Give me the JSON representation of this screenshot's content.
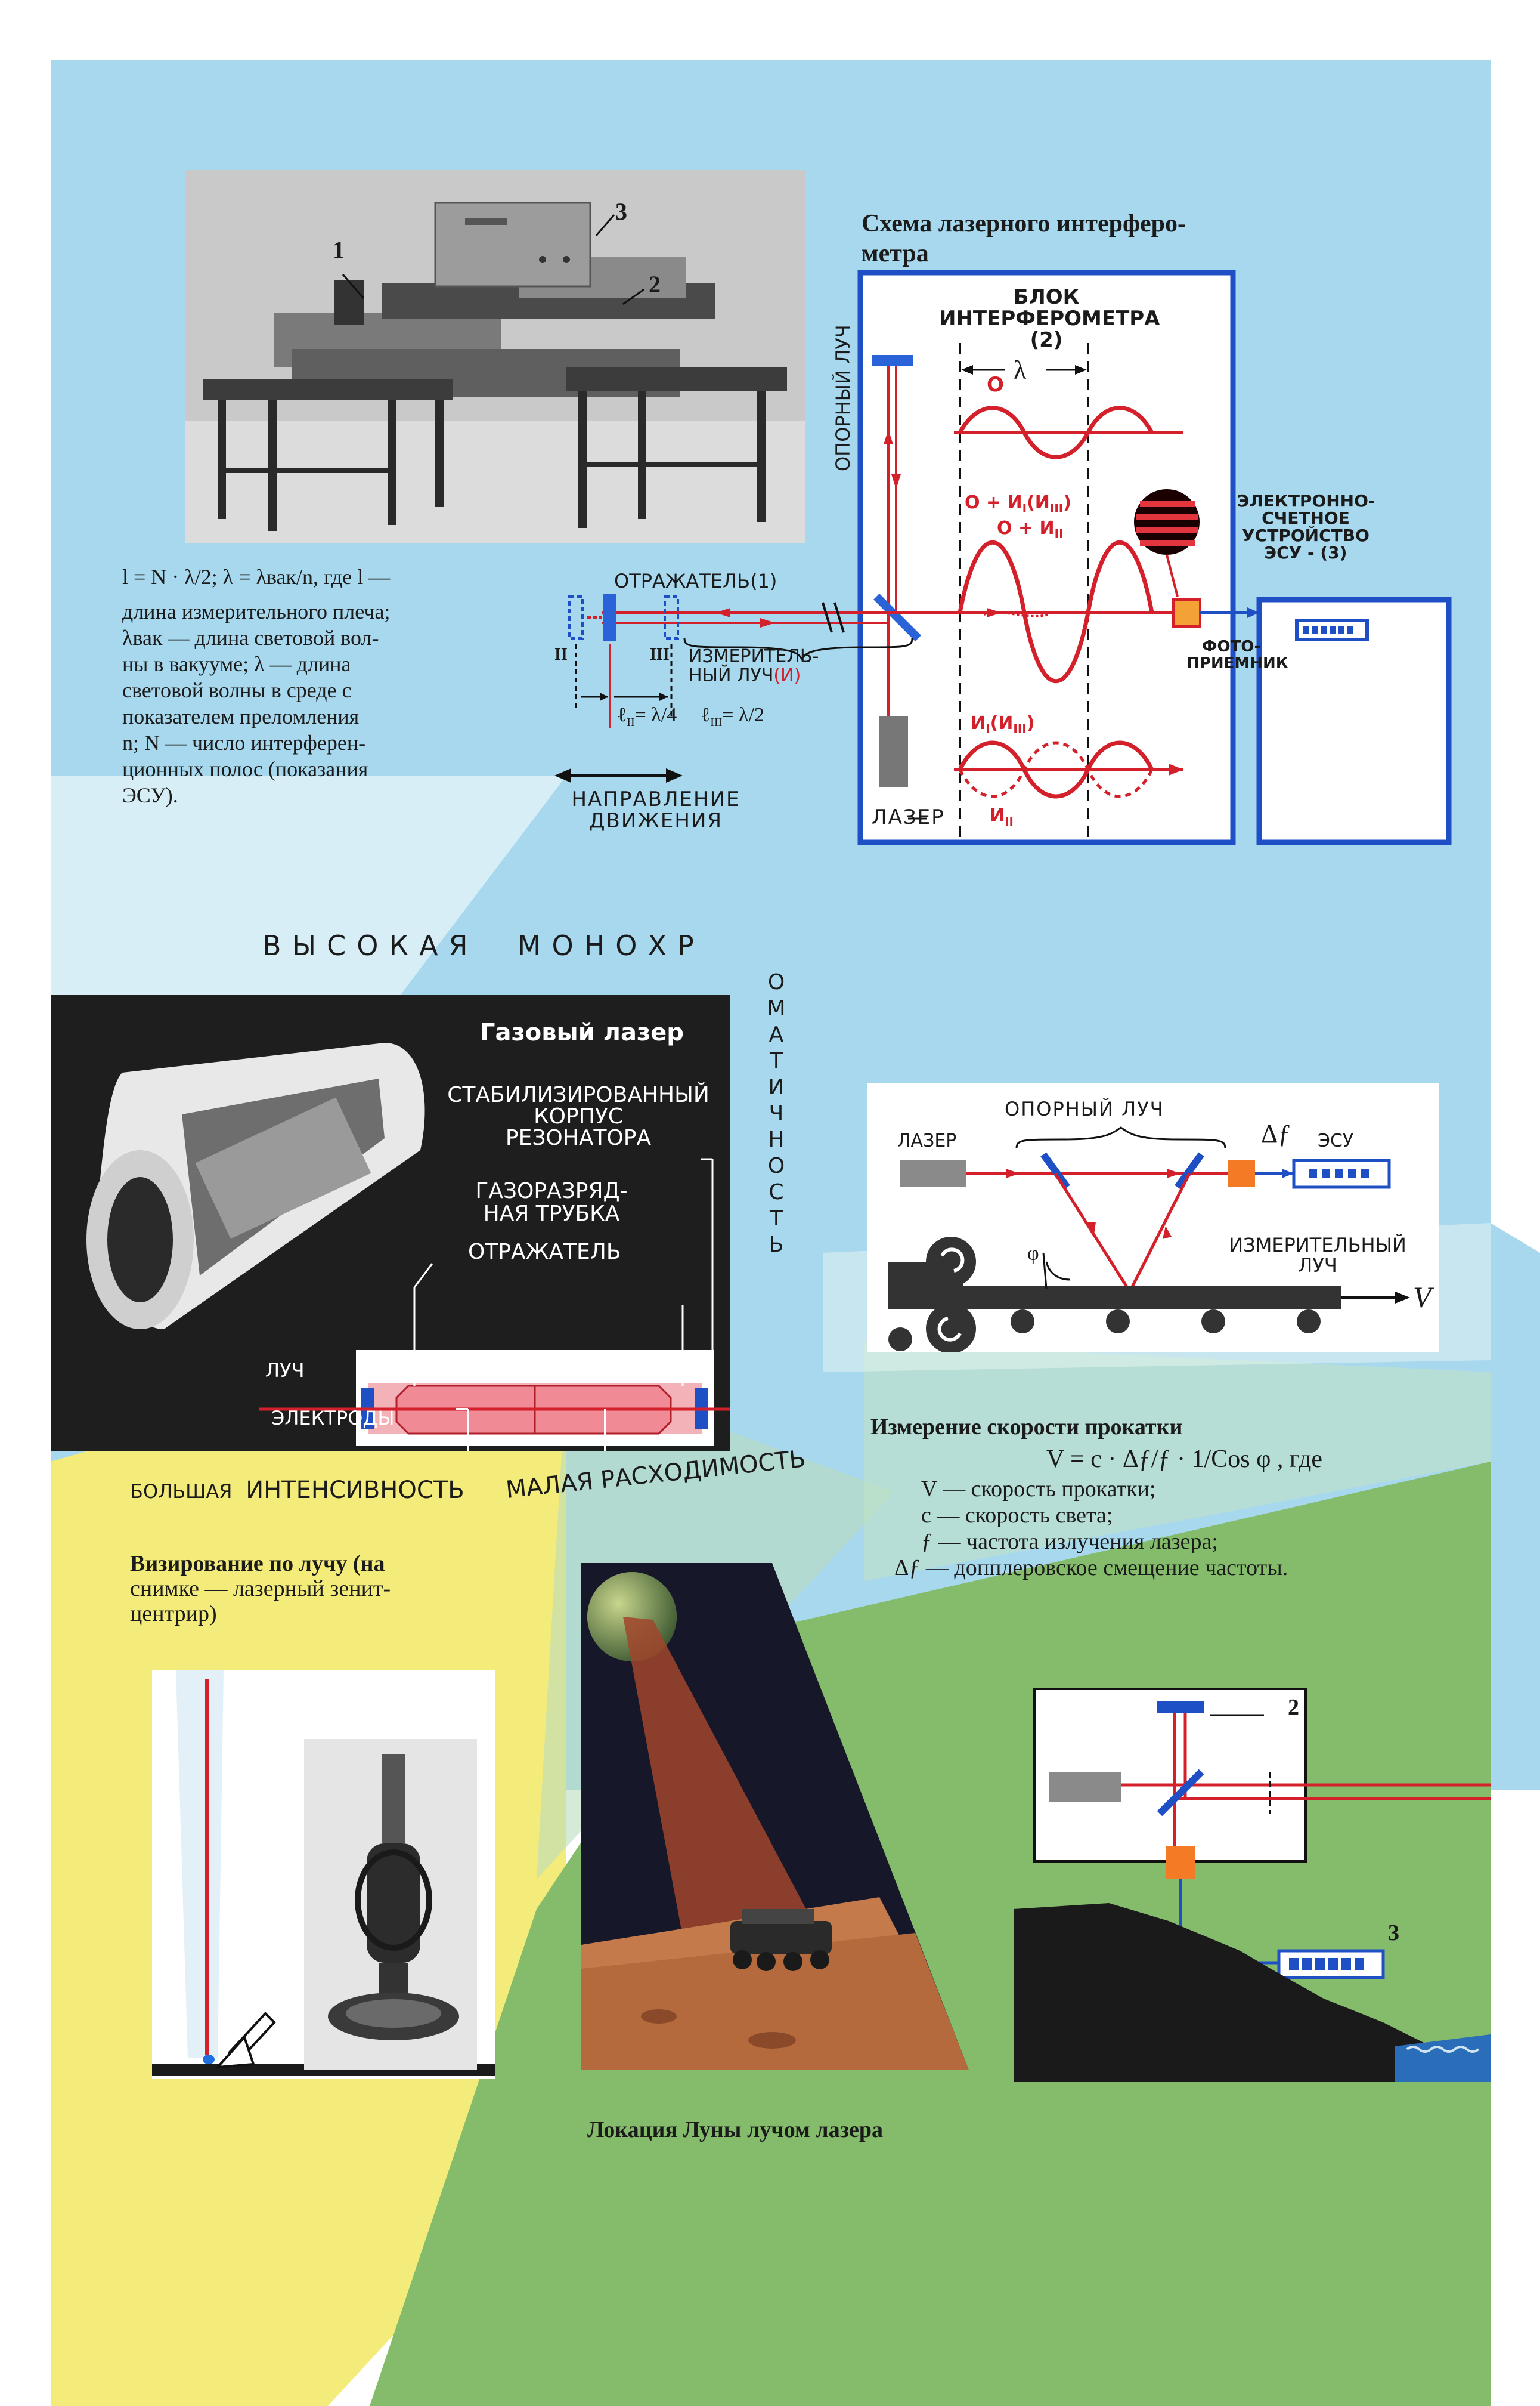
{
  "colors": {
    "laser_red": "#d4202a",
    "frame_blue": "#1f4fc4",
    "dark_panel": "#1e1e1e",
    "sky_blue": "#9fd6ec",
    "green_field": "#7fb86a",
    "yellow_field": "#f5ed7c"
  },
  "top_photo": {
    "labels": [
      "1",
      "2",
      "3"
    ]
  },
  "interferometer": {
    "caption_line1": "Схема лазерного интерферо-",
    "caption_line2": "метра",
    "block_title_line1": "БЛОК",
    "block_title_line2": "ИНТЕРФЕРОМЕТРА (2)",
    "lambda": "λ",
    "wave_o": "О",
    "wave_o_iI": "О + И",
    "wave_o_iI_sub": "I",
    "wave_o_iI_paren": "(И",
    "wave_o_iI_paren_sub": "III",
    "wave_o_iII": "О + И",
    "wave_o_iII_sub": "II",
    "wave_iI": "И",
    "wave_iI_sub": "I",
    "wave_iI_paren": "(И",
    "wave_iI_paren_sub": "III",
    "wave_iII": "И",
    "wave_iII_sub": "II",
    "reference_beam": "ОПОРНЫЙ ЛУЧ",
    "laser": "ЛАЗЕР",
    "photoreceiver_line1": "ФОТО-",
    "photoreceiver_line2": "ПРИЕМНИК",
    "esu_line1": "ЭЛЕКТРОННО-",
    "esu_line2": "СЧЕТНОЕ",
    "esu_line3": "УСТРОЙСТВО",
    "esu_line4": "ЭСУ - (3)",
    "reflector": "ОТРАЖАТЕЛЬ(1)",
    "measuring_beam_line1": "ИЗМЕРИТЕЛЬ-",
    "measuring_beam_line2": "НЫЙ ЛУЧ",
    "measuring_beam_tag": "(И)",
    "pos_II": "II",
    "pos_III": "III",
    "l_II": "ℓ",
    "l_II_sub": "II",
    "l_II_eq": "= λ/4",
    "l_III": "ℓ",
    "l_III_sub": "III",
    "l_III_eq": "= λ/2",
    "direction_line1": "НАПРАВЛЕНИЕ",
    "direction_line2": "ДВИЖЕНИЯ"
  },
  "formula_block": {
    "formula": "l = N · λ/2;  λ = λвак/n,  где  l —",
    "line1": "длина измерительного плеча;",
    "line2": "λвак — длина световой вол-",
    "line3": "ны в вакууме; λ — длина",
    "line4": "световой волны в среде с",
    "line5": "показателем преломления",
    "line6": "n; N — число интерферен-",
    "line7": "ционных полос (показания",
    "line8": "ЭСУ)."
  },
  "mono": {
    "horizontal": "ВЫСОКАЯ  МОНОХР",
    "vertical": [
      "О",
      "М",
      "А",
      "Т",
      "И",
      "Ч",
      "Н",
      "О",
      "С",
      "Т",
      "Ь"
    ]
  },
  "gas_laser": {
    "title": "Газовый лазер",
    "stab_line1": "СТАБИЛИЗИРОВАННЫЙ",
    "stab_line2": "КОРПУС",
    "stab_line3": "РЕЗОНАТОРА",
    "tube_line1": "ГАЗОРАЗРЯД-",
    "tube_line2": "НАЯ ТРУБКА",
    "reflector": "ОТРАЖАТЕЛЬ",
    "beam": "ЛУЧ",
    "electrodes": "ЭЛЕКТРОДЫ"
  },
  "bottom_props": {
    "part1": "БОЛЬШАЯ",
    "part2": "ИНТЕНСИВНОСТЬ",
    "part3": "МАЛАЯ РАСХОДИМОСТЬ"
  },
  "rolling": {
    "laser": "ЛАЗЕР",
    "reference_beam": "ОПОРНЫЙ ЛУЧ",
    "delta_f": "Δƒ",
    "esu": "ЭСУ",
    "measuring_line1": "ИЗМЕРИТЕЛЬНЫЙ",
    "measuring_line2": "ЛУЧ",
    "phi": "φ",
    "v": "V",
    "caption_title": "Измерение скорости прокатки",
    "formula": "V = c · Δƒ/ƒ · 1/Cos φ ,  где",
    "def1": "V — скорость прокатки;",
    "def2": "c — скорость света;",
    "def3": "ƒ — частота излучения лазера;",
    "def4": "Δƒ — допплеровское смещение частоты."
  },
  "sighting": {
    "line1": "Визирование по лучу (на",
    "line2": "снимке — лазерный зенит-",
    "line3": "центрир)"
  },
  "moon": {
    "caption": "Локация Луны лучом лазера"
  },
  "coast": {
    "label2": "2",
    "label3": "3"
  }
}
